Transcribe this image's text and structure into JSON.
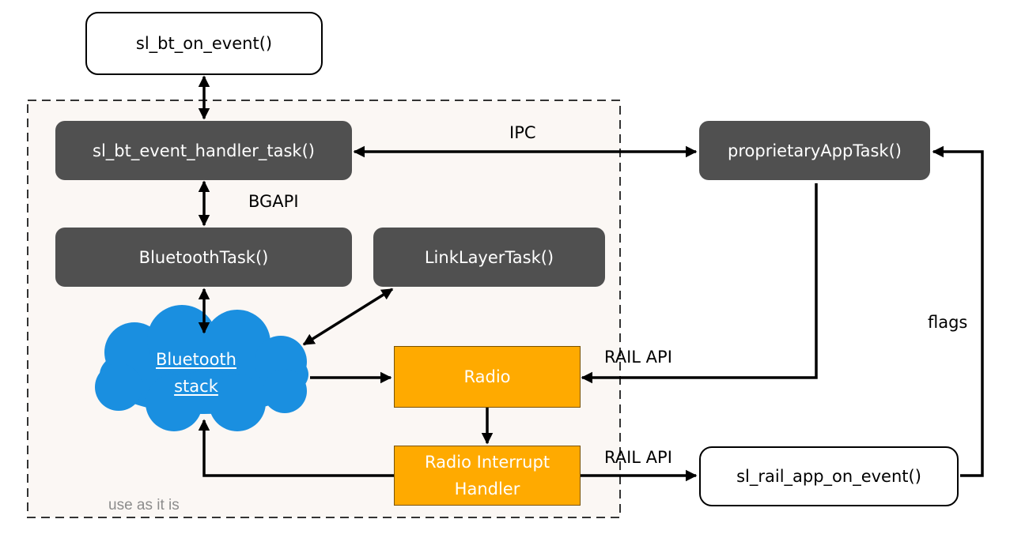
{
  "nodes": {
    "sl_bt_on_event": "sl_bt_on_event()",
    "event_handler_task": "sl_bt_event_handler_task()",
    "bluetooth_task": "BluetoothTask()",
    "link_layer_task": "LinkLayerTask()",
    "bluetooth_stack_line1": "Bluetooth",
    "bluetooth_stack_line2": "stack",
    "radio": "Radio",
    "radio_irq_line1": "Radio Interrupt",
    "radio_irq_line2": "Handler",
    "proprietary_app_task": "proprietaryAppTask()",
    "sl_rail_app_on_event": "sl_rail_app_on_event()"
  },
  "edge_labels": {
    "ipc": "IPC",
    "bgapi": "BGAPI",
    "rail_api_1": "RAIL API",
    "rail_api_2": "RAIL API",
    "flags": "flags"
  },
  "region_note": "use as it is",
  "colors": {
    "dark_box": "#505050",
    "orange_box": "#ffaa00",
    "cloud": "#1a8fe0",
    "region_fill": "#fbf7f4",
    "region_border": "#333333"
  }
}
